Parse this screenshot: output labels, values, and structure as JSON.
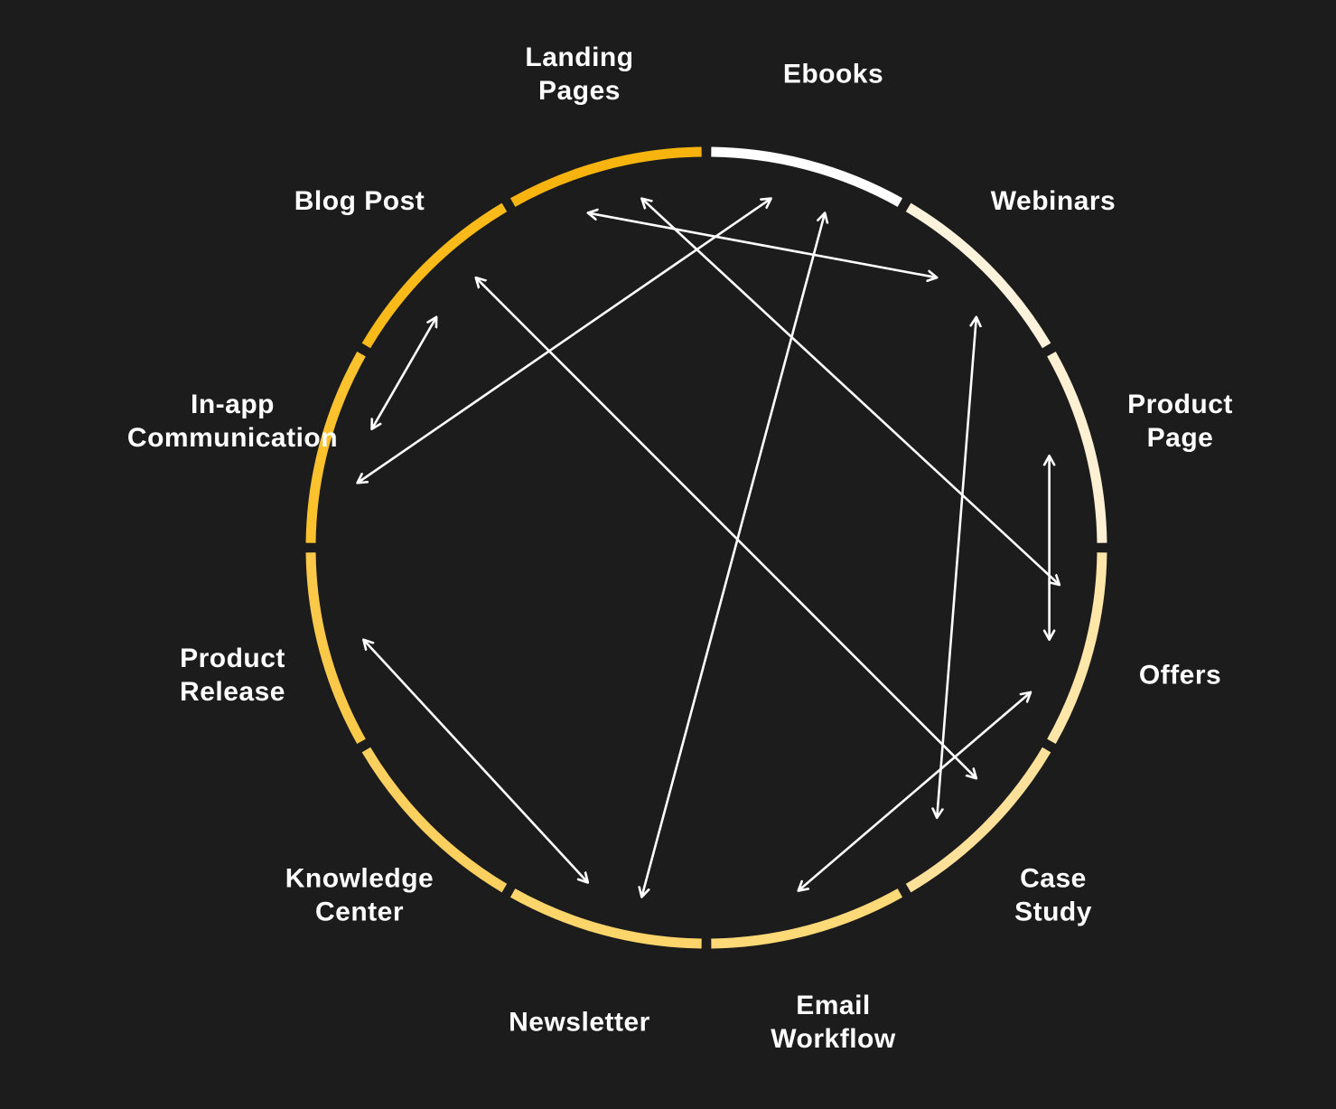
{
  "diagram": {
    "type": "content-connection-wheel",
    "background": "#1c1c1c",
    "arrow_color": "#ffffff",
    "nodes": [
      {
        "id": "landing_pages",
        "lines": [
          "Landing",
          "Pages"
        ],
        "color": "#f8b40e"
      },
      {
        "id": "ebooks",
        "lines": [
          "Ebooks"
        ],
        "color": "#ffffff"
      },
      {
        "id": "webinars",
        "lines": [
          "Webinars"
        ],
        "color": "#fdf3dc"
      },
      {
        "id": "product_page",
        "lines": [
          "Product",
          "Page"
        ],
        "color": "#fdf0d3"
      },
      {
        "id": "offers",
        "lines": [
          "Offers"
        ],
        "color": "#fde6a8"
      },
      {
        "id": "case_study",
        "lines": [
          "Case",
          "Study"
        ],
        "color": "#fde099"
      },
      {
        "id": "email_workflow",
        "lines": [
          "Email",
          "Workflow"
        ],
        "color": "#fdd978"
      },
      {
        "id": "newsletter",
        "lines": [
          "Newsletter"
        ],
        "color": "#fdd56a"
      },
      {
        "id": "knowledge_center",
        "lines": [
          "Knowledge",
          "Center"
        ],
        "color": "#fcd05e"
      },
      {
        "id": "product_release",
        "lines": [
          "Product",
          "Release"
        ],
        "color": "#fbc949"
      },
      {
        "id": "in_app_communication",
        "lines": [
          "In-app",
          "Communication"
        ],
        "color": "#fbc22e"
      },
      {
        "id": "blog_post",
        "lines": [
          "Blog Post"
        ],
        "color": "#f9ba1a"
      }
    ],
    "connections": [
      {
        "from": "landing_pages",
        "to": "webinars"
      },
      {
        "from": "landing_pages",
        "to": "offers"
      },
      {
        "from": "ebooks",
        "to": "in_app_communication"
      },
      {
        "from": "ebooks",
        "to": "newsletter"
      },
      {
        "from": "blog_post",
        "to": "in_app_communication"
      },
      {
        "from": "blog_post",
        "to": "case_study"
      },
      {
        "from": "webinars",
        "to": "case_study"
      },
      {
        "from": "product_page",
        "to": "offers"
      },
      {
        "from": "offers",
        "to": "email_workflow"
      },
      {
        "from": "product_release",
        "to": "newsletter"
      }
    ]
  }
}
